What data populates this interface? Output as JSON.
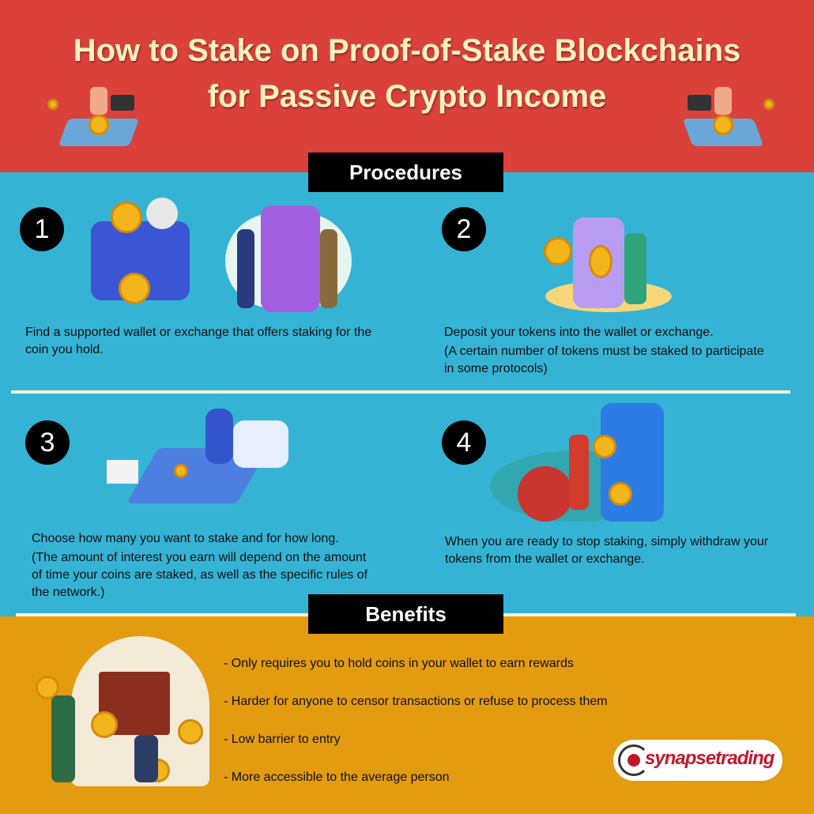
{
  "title_line1": "How to Stake on Proof-of-Stake Blockchains",
  "title_line2": "for Passive Crypto Income",
  "procedures_label": "Procedures",
  "steps": [
    {
      "number": "1",
      "text": "Find a supported wallet or exchange that offers staking for the coin you hold.",
      "note": ""
    },
    {
      "number": "2",
      "text": "Deposit your tokens into the wallet or exchange.",
      "note": "(A certain number of tokens must be staked to participate in some protocols)"
    },
    {
      "number": "3",
      "text": "Choose how many you want to stake and for how long.",
      "note": "(The amount of interest you earn will depend on the amount of time your coins are staked, as well as the specific rules of the network.)"
    },
    {
      "number": "4",
      "text": "When you are ready to stop staking, simply withdraw your tokens from the wallet or exchange.",
      "note": ""
    }
  ],
  "benefits_label": "Benefits",
  "benefits": [
    "- Only requires you to hold coins in your wallet to earn rewards",
    "- Harder for anyone to censor transactions or refuse to process them",
    "- Low barrier to entry",
    "- More accessible to the average person"
  ],
  "logo_text": "synapsetrading",
  "colors": {
    "header": "#d9413a",
    "procedures_bg": "#35b3d5",
    "benefits_bg": "#e39b10",
    "title": "#fdf1c0"
  }
}
